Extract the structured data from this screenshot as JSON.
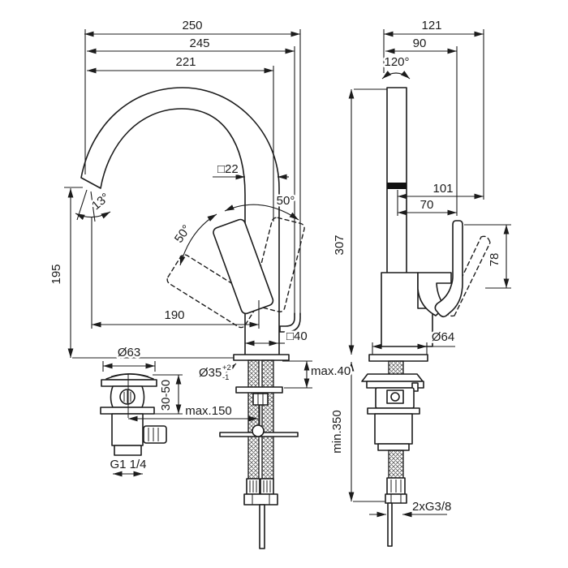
{
  "colors": {
    "line": "#1c1c1c",
    "background": "#ffffff",
    "aerator_band": "#111111"
  },
  "front_view": {
    "width_overall": "250",
    "width_spout_tip": "245",
    "width_spout_inner": "221",
    "height_spout_outlet": "195",
    "spout_reach": "190",
    "spout_section": "□22",
    "spout_angle": "13°",
    "handle_swing_left": "50°",
    "handle_swing_right": "50°",
    "body_section": "□40",
    "waste_cap_diameter": "Ø63",
    "mounting_thickness_range": "30-50",
    "popup_rod_max": "max.150",
    "waste_thread": "G1 1/4",
    "hole_diameter": "Ø35",
    "hole_tol_plus": "+2",
    "hole_tol_minus": "-1",
    "deck_max": "max.40"
  },
  "side_view": {
    "depth_overall": "121",
    "depth_body": "90",
    "swivel_angle": "120°",
    "height_overall": "307",
    "axis_to_handle": "101",
    "axis_to_body": "70",
    "handle_height": "78",
    "base_diameter": "Ø64",
    "hose_min_length": "min.350",
    "supply_thread": "2xG3/8"
  }
}
